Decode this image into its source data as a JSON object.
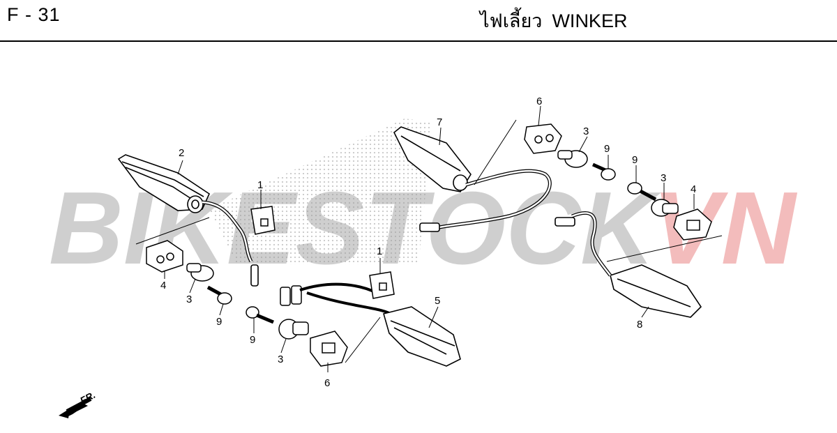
{
  "header": {
    "page_code": "F - 31",
    "title_thai": "ไฟเลี้ยว",
    "title_en": "WINKER"
  },
  "watermark": {
    "left": "BIKESTOCK",
    "right": "VN",
    "left_color": "#c8c8c8",
    "right_color": "#f2b8b8"
  },
  "callouts": [
    "2",
    "1",
    "4",
    "3",
    "9",
    "1",
    "5",
    "9",
    "3",
    "6",
    "7",
    "6",
    "3",
    "9",
    "9",
    "3",
    "4",
    "8"
  ],
  "front_marker": "FR."
}
